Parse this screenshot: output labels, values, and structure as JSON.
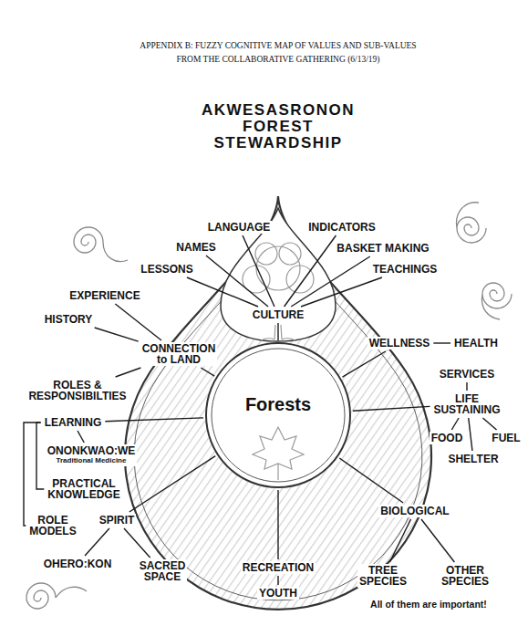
{
  "diagram": {
    "title": "AKWESASRONON FOREST STEWARDSHIP",
    "nodes": [
      {
        "text": [
          "LANGUAGE"
        ]
      },
      {
        "text": [
          "INDICATORS"
        ]
      },
      {
        "text": [
          "NAMES"
        ]
      },
      {
        "text": [
          "BASKET MAKING"
        ]
      },
      {
        "text": [
          "LESSONS"
        ]
      },
      {
        "text": [
          "TEACHINGS"
        ]
      },
      {
        "text": [
          "EXPERIENCE"
        ]
      },
      {
        "text": [
          "CULTURE"
        ]
      },
      {
        "text": [
          "HISTORY"
        ]
      },
      {
        "text": [
          "CONNECTION to LAND"
        ]
      },
      {
        "text": [
          "WELLNESS"
        ]
      },
      {
        "text": [
          "HEALTH"
        ]
      },
      {
        "text": [
          "SERVICES"
        ]
      },
      {
        "text": [
          "ROLES & RESPONSIBILTIES"
        ]
      },
      {
        "text": [
          "LIFE SUSTAINING"
        ]
      },
      {
        "text": [
          "Forests"
        ]
      },
      {
        "text": [
          "LEARNING"
        ]
      },
      {
        "text": [
          "FOOD"
        ]
      },
      {
        "text": [
          "FUEL"
        ]
      },
      {
        "text": [
          "ONONKWAO:WE",
          "Traditional Medicine"
        ]
      },
      {
        "text": [
          "SHELTER"
        ]
      },
      {
        "text": [
          "PRACTICAL KNOWLEDGE"
        ]
      },
      {
        "text": [
          "BIOLOGICAL"
        ]
      },
      {
        "text": [
          "SPIRIT"
        ]
      },
      {
        "text": [
          "ROLE MODELS"
        ]
      },
      {
        "text": [
          "OHERO:KON"
        ]
      },
      {
        "text": [
          "SACRED SPACE"
        ]
      },
      {
        "text": [
          "RECREATION"
        ]
      },
      {
        "text": [
          "TREE SPECIES"
        ]
      },
      {
        "text": [
          "OTHER SPECIES"
        ]
      },
      {
        "text": [
          "YOUTH"
        ]
      }
    ],
    "edges": [
      {
        "from": 15,
        "to": 7,
        "arrow": "none"
      },
      {
        "from": 7,
        "to": 0,
        "arrow": "none"
      },
      {
        "from": 7,
        "to": 1,
        "arrow": "none"
      },
      {
        "from": 7,
        "to": 2,
        "arrow": "none"
      },
      {
        "from": 7,
        "to": 3,
        "arrow": "none"
      },
      {
        "from": 7,
        "to": 4,
        "arrow": "none"
      },
      {
        "from": 7,
        "to": 5,
        "arrow": "none"
      },
      {
        "from": 15,
        "to": 9,
        "arrow": "none"
      },
      {
        "from": 9,
        "to": 6,
        "arrow": "none"
      },
      {
        "from": 9,
        "to": 8,
        "arrow": "none"
      },
      {
        "from": 9,
        "to": 13,
        "arrow": "none"
      },
      {
        "from": 15,
        "to": 10,
        "arrow": "none"
      },
      {
        "from": 10,
        "to": 11,
        "arrow": "none"
      },
      {
        "from": 15,
        "to": 14,
        "arrow": "none"
      },
      {
        "from": 14,
        "to": 12,
        "arrow": "none"
      },
      {
        "from": 14,
        "to": 17,
        "arrow": "none"
      },
      {
        "from": 14,
        "to": 18,
        "arrow": "none"
      },
      {
        "from": 14,
        "to": 20,
        "arrow": "none"
      },
      {
        "from": 15,
        "to": 16,
        "arrow": "none"
      },
      {
        "from": 16,
        "to": 19,
        "arrow": "none"
      },
      {
        "from": 16,
        "to": 21,
        "arrow": "none"
      },
      {
        "from": 16,
        "to": 24,
        "arrow": "none"
      },
      {
        "from": 15,
        "to": 23,
        "arrow": "none"
      },
      {
        "from": 23,
        "to": 25,
        "arrow": "none"
      },
      {
        "from": 23,
        "to": 26,
        "arrow": "none"
      },
      {
        "from": 15,
        "to": 27,
        "arrow": "none"
      },
      {
        "from": 27,
        "to": 30,
        "arrow": "none"
      },
      {
        "from": 15,
        "to": 22,
        "arrow": "none"
      },
      {
        "from": 22,
        "to": 28,
        "arrow": "none"
      },
      {
        "from": 22,
        "to": 29,
        "arrow": "none"
      }
    ],
    "labels": [
      "APPENDIX B: FUZZY COGNITIVE MAP OF VALUES AND SUB-VALUES FROM THE COLLABORATIVE GATHERING (6/13/19)",
      "All of them are important!"
    ]
  }
}
